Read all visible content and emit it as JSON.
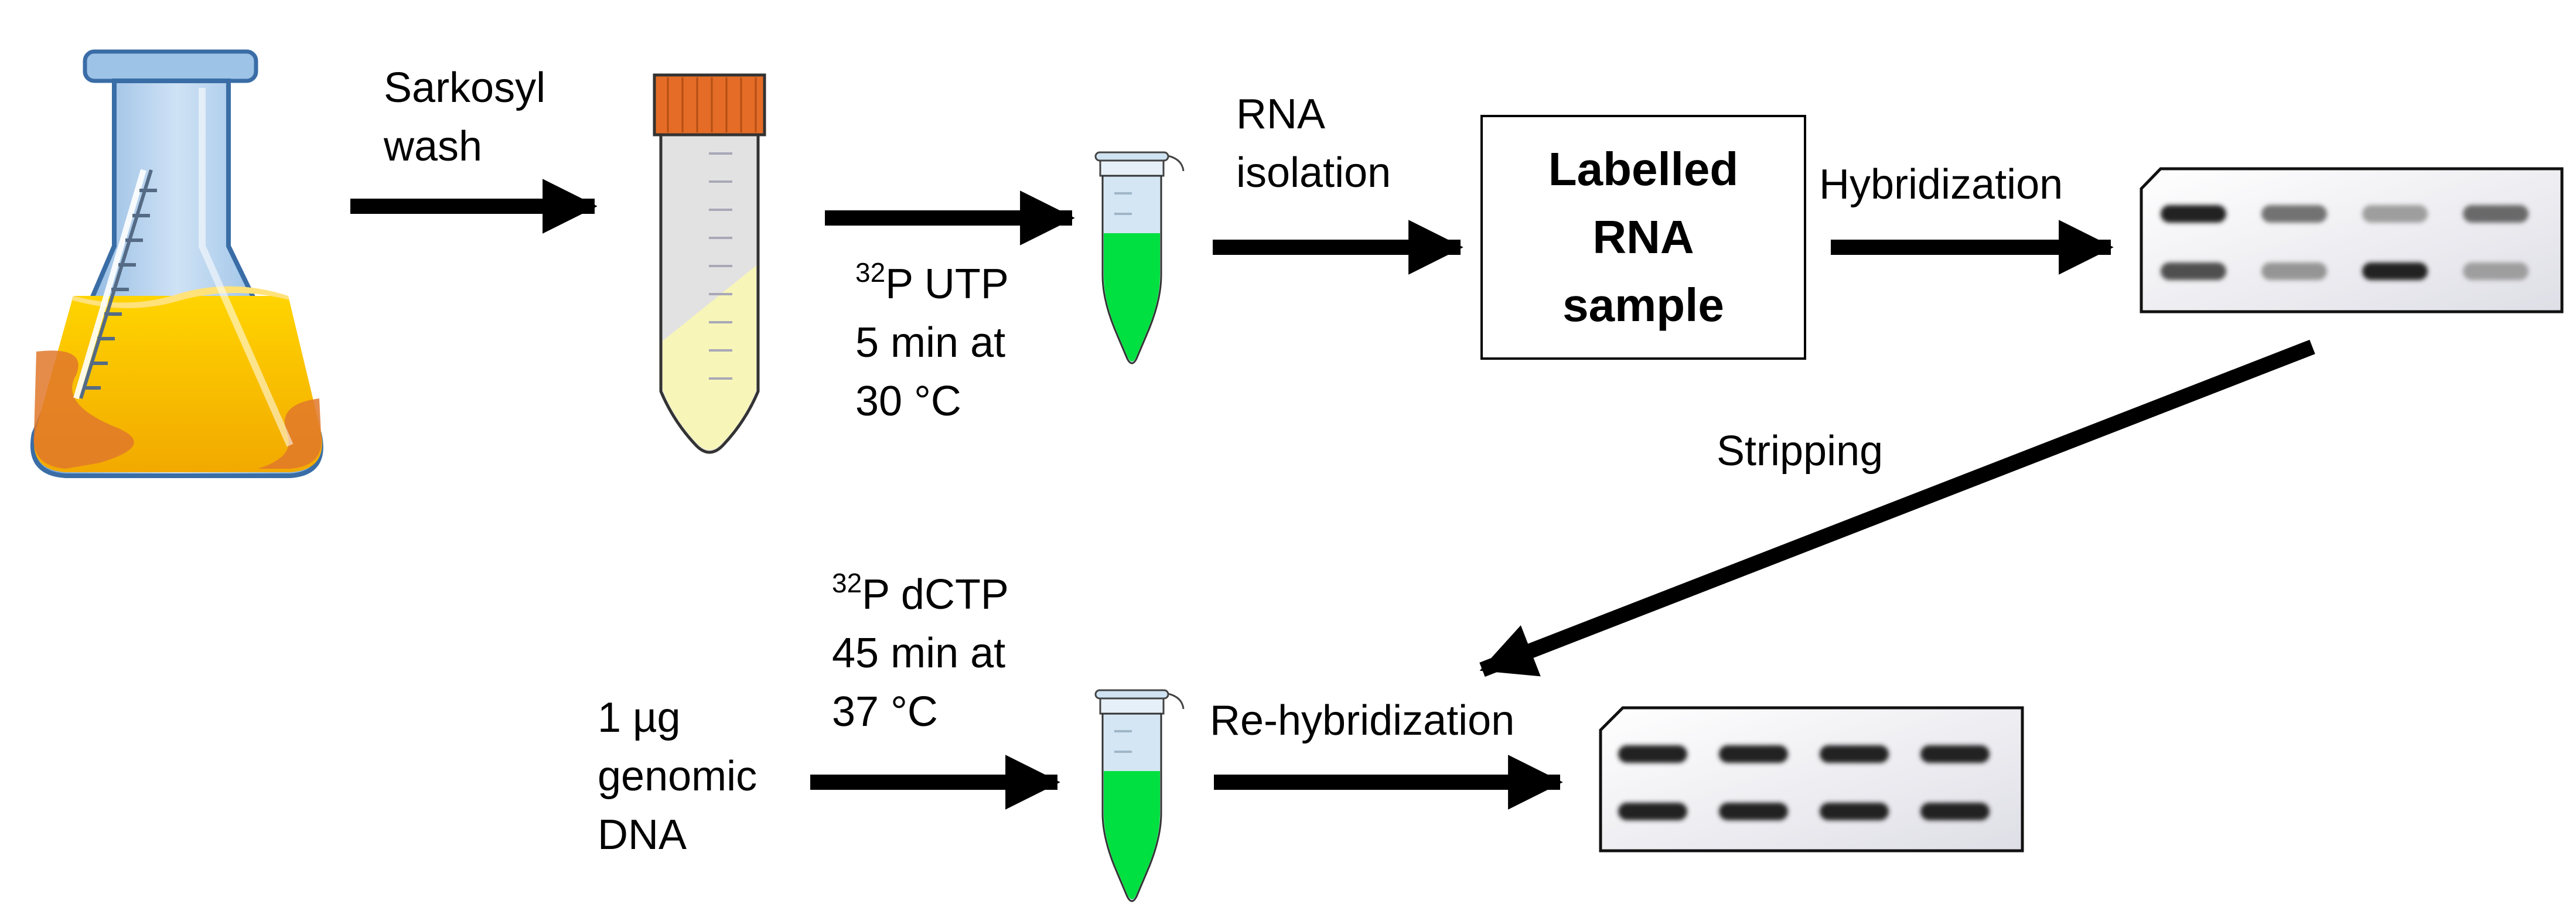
{
  "steps": {
    "sarkosyl": [
      "Sarkosyl",
      "wash"
    ],
    "utp": {
      "iso": "32",
      "rest": "P UTP",
      "line2": "5 min at",
      "line3": "30 °C"
    },
    "rna_isolation": [
      "RNA",
      "isolation"
    ],
    "labelled_box": [
      "Labelled",
      "RNA",
      "sample"
    ],
    "hybridization": "Hybridization",
    "stripping": "Stripping",
    "dctp": {
      "iso": "32",
      "rest": "P dCTP",
      "line2": "45 min at",
      "line3": "37 °C"
    },
    "genomic": [
      "1 µg",
      "genomic",
      "DNA"
    ],
    "rehybridization": "Re-hybridization"
  },
  "icons": [
    "flask-icon",
    "falcon-tube-icon",
    "microtube-icon",
    "blot-membrane-icon"
  ],
  "colors": {
    "culture": "#ffc000",
    "tube_cap": "#e46c26",
    "label_green": "#00e040",
    "flask_blue": "#9dc3e6"
  },
  "membrane1_bands": [
    [
      1.0,
      0.55,
      0.3,
      0.6
    ],
    [
      0.75,
      0.35,
      1.0,
      0.3
    ]
  ],
  "membrane2_bands": [
    [
      1,
      1,
      1,
      1
    ],
    [
      1,
      1,
      1,
      1
    ]
  ]
}
